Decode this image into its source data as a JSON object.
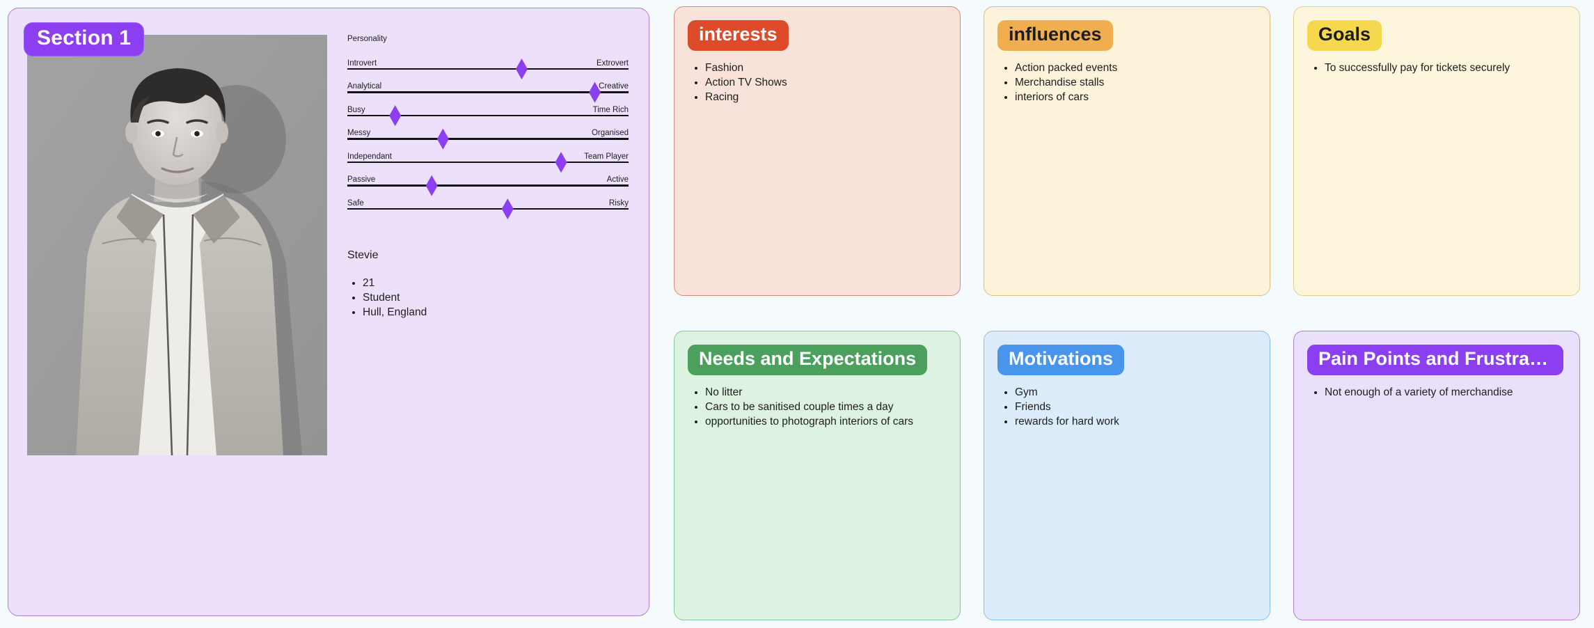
{
  "page": {
    "background_color": "#f5fafd"
  },
  "section": {
    "badge_label": "Section 1",
    "badge_color": "#8b3ff0",
    "panel_background": "#ece0fa",
    "panel_border": "#b07ed6",
    "photo": {
      "alt": "grayscale-portrait-of-young-person-in-jacket"
    },
    "personality": {
      "title": "Personality",
      "marker_color": "#8b3ff0",
      "track_color": "#111111",
      "sliders": [
        {
          "left_label": "Introvert",
          "right_label": "Extrovert",
          "value": 62
        },
        {
          "left_label": "Analytical",
          "right_label": "Creative",
          "value": 88
        },
        {
          "left_label": "Busy",
          "right_label": "Time Rich",
          "value": 17
        },
        {
          "left_label": "Messy",
          "right_label": "Organised",
          "value": 34
        },
        {
          "left_label": "Independant",
          "right_label": "Team Player",
          "value": 76
        },
        {
          "left_label": "Passive",
          "right_label": "Active",
          "value": 30
        },
        {
          "left_label": "Safe",
          "right_label": "Risky",
          "value": 57
        }
      ]
    },
    "person": {
      "name": "Stevie",
      "details": [
        "21",
        "Student",
        "Hull, England"
      ]
    }
  },
  "cards": [
    {
      "id": "interests",
      "title": "interests",
      "badge_bg": "#dd4b2b",
      "badge_text_color": "#ffffff",
      "card_bg": "#f9e2da",
      "card_border": "#d98a72",
      "items": [
        "Fashion",
        "Action TV Shows",
        "Racing"
      ]
    },
    {
      "id": "influences",
      "title": "influences",
      "badge_bg": "#f0ae4e",
      "badge_text_color": "#1d1d1f",
      "card_bg": "#fdf2da",
      "card_border": "#e0bd7e",
      "items": [
        "Action packed events",
        "Merchandise stalls",
        "interiors of cars"
      ]
    },
    {
      "id": "goals",
      "title": "Goals",
      "badge_bg": "#f5d84e",
      "badge_text_color": "#1d1d1f",
      "card_bg": "#fdf5dc",
      "card_border": "#e3cf7f",
      "items": [
        "To successfully pay for tickets securely"
      ]
    },
    {
      "id": "needs-and-expectations",
      "title": "Needs and Expectations",
      "badge_bg": "#4ba05e",
      "badge_text_color": "#ffffff",
      "card_bg": "#ddf2e0",
      "card_border": "#8cc99a",
      "items": [
        "No litter",
        "Cars to be sanitised couple times a day",
        "opportunities to photograph interiors of cars"
      ]
    },
    {
      "id": "motivations",
      "title": "Motivations",
      "badge_bg": "#4a95ec",
      "badge_text_color": "#ffffff",
      "card_bg": "#dcecfb",
      "card_border": "#8cbdea",
      "items": [
        "Gym",
        "Friends",
        "rewards for hard work"
      ]
    },
    {
      "id": "pain-points-and-frustrations",
      "title": "Pain Points and Frustrati...",
      "badge_bg": "#8b3ff0",
      "badge_text_color": "#ffffff",
      "card_bg": "#ebe0fa",
      "card_border": "#b07ed6",
      "items": [
        "Not enough of a variety of merchandise"
      ]
    }
  ]
}
